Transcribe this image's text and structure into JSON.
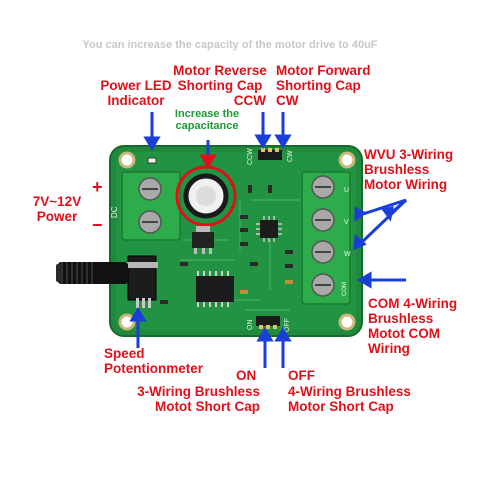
{
  "labels": {
    "top_caption": "You can increase the capacity of the motor drive to 40uF",
    "power_led": [
      "Power LED",
      "Indicator"
    ],
    "motor_reverse": [
      "Motor Reverse",
      "Shorting Cap",
      "CCW"
    ],
    "motor_forward": [
      "Motor Forward",
      "Shorting Cap",
      "CW"
    ],
    "increase_cap": [
      "Increase the",
      "capacitance"
    ],
    "wvu_wiring": [
      "WVU 3-Wiring",
      "Brushless",
      "Motor Wiring"
    ],
    "voltage": [
      "7V~12V",
      "Power"
    ],
    "plus": "+",
    "minus": "−",
    "com_wiring": [
      "COM 4-Wiring",
      "Brushless",
      "Motot COM",
      "Wiring"
    ],
    "speed_pot": [
      "Speed",
      "Potentionmeter"
    ],
    "on_label": "ON",
    "off_label": "OFF",
    "three_wiring_cap": [
      "3-Wiring Brushless",
      "Motot Short Cap"
    ],
    "four_wiring_cap": [
      "4-Wiring Brushless",
      "Motor Short Cap"
    ]
  },
  "board_silkscreen": {
    "dc": "DC",
    "ccw": "CCW",
    "cw": "CW",
    "on": "ON",
    "off": "OFF",
    "com": "COM",
    "u": "U",
    "v": "V",
    "w": "W"
  },
  "colors": {
    "label_red": "#e0101a",
    "label_green": "#1f9a35",
    "arrow_blue": "#1a3fd8",
    "pcb_green": "#1f8a3c",
    "terminal_green": "#2eab4a"
  }
}
